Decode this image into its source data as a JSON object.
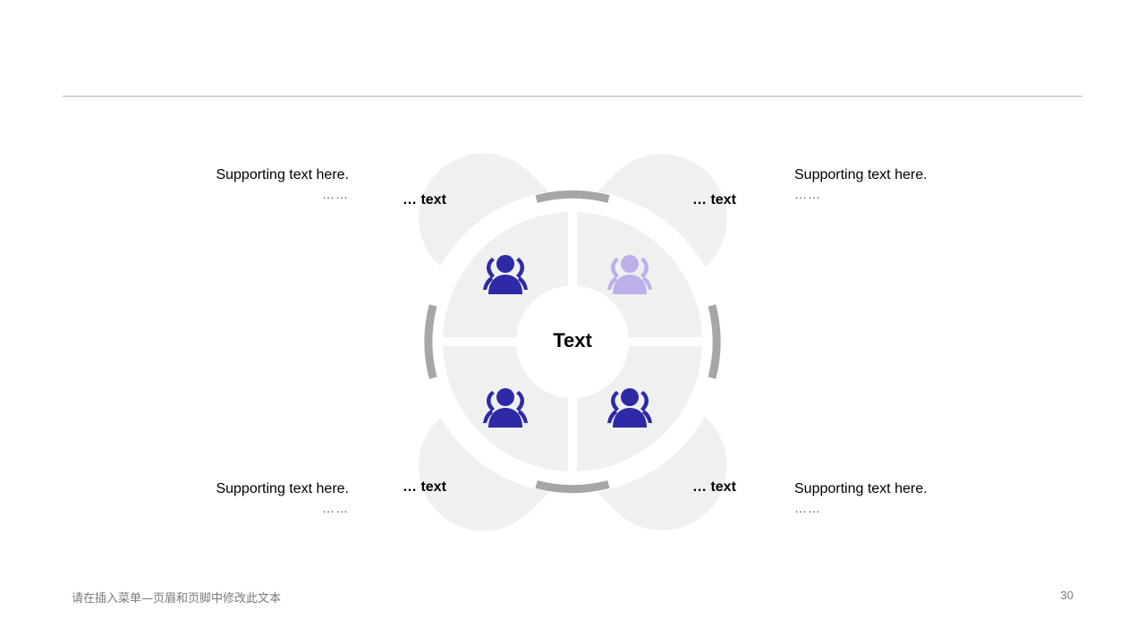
{
  "diagram": {
    "center_label": "Text",
    "petals": [
      {
        "label": "… text",
        "icon": "user-group-icon",
        "icon_color": "#2e2aa6",
        "supporting_text": "Supporting text here.",
        "dots": "……"
      },
      {
        "label": "… text",
        "icon": "user-group-icon",
        "icon_color": "#bdb0ea",
        "supporting_text": "Supporting text here.",
        "dots": "……"
      },
      {
        "label": "… text",
        "icon": "user-group-icon",
        "icon_color": "#2e2aa6",
        "supporting_text": "Supporting text here.",
        "dots": "……"
      },
      {
        "label": "… text",
        "icon": "user-group-icon",
        "icon_color": "#2e2aa6",
        "supporting_text": "Supporting text here.",
        "dots": "……"
      }
    ],
    "colors": {
      "petal_fill": "#f0f0f0",
      "ring_arc": "#a6a6a6",
      "accent_dark": "#2e2aa6",
      "accent_light": "#bdb0ea"
    }
  },
  "footer": {
    "text": "请在插入菜单—页眉和页脚中修改此文本",
    "page_number": "30"
  }
}
